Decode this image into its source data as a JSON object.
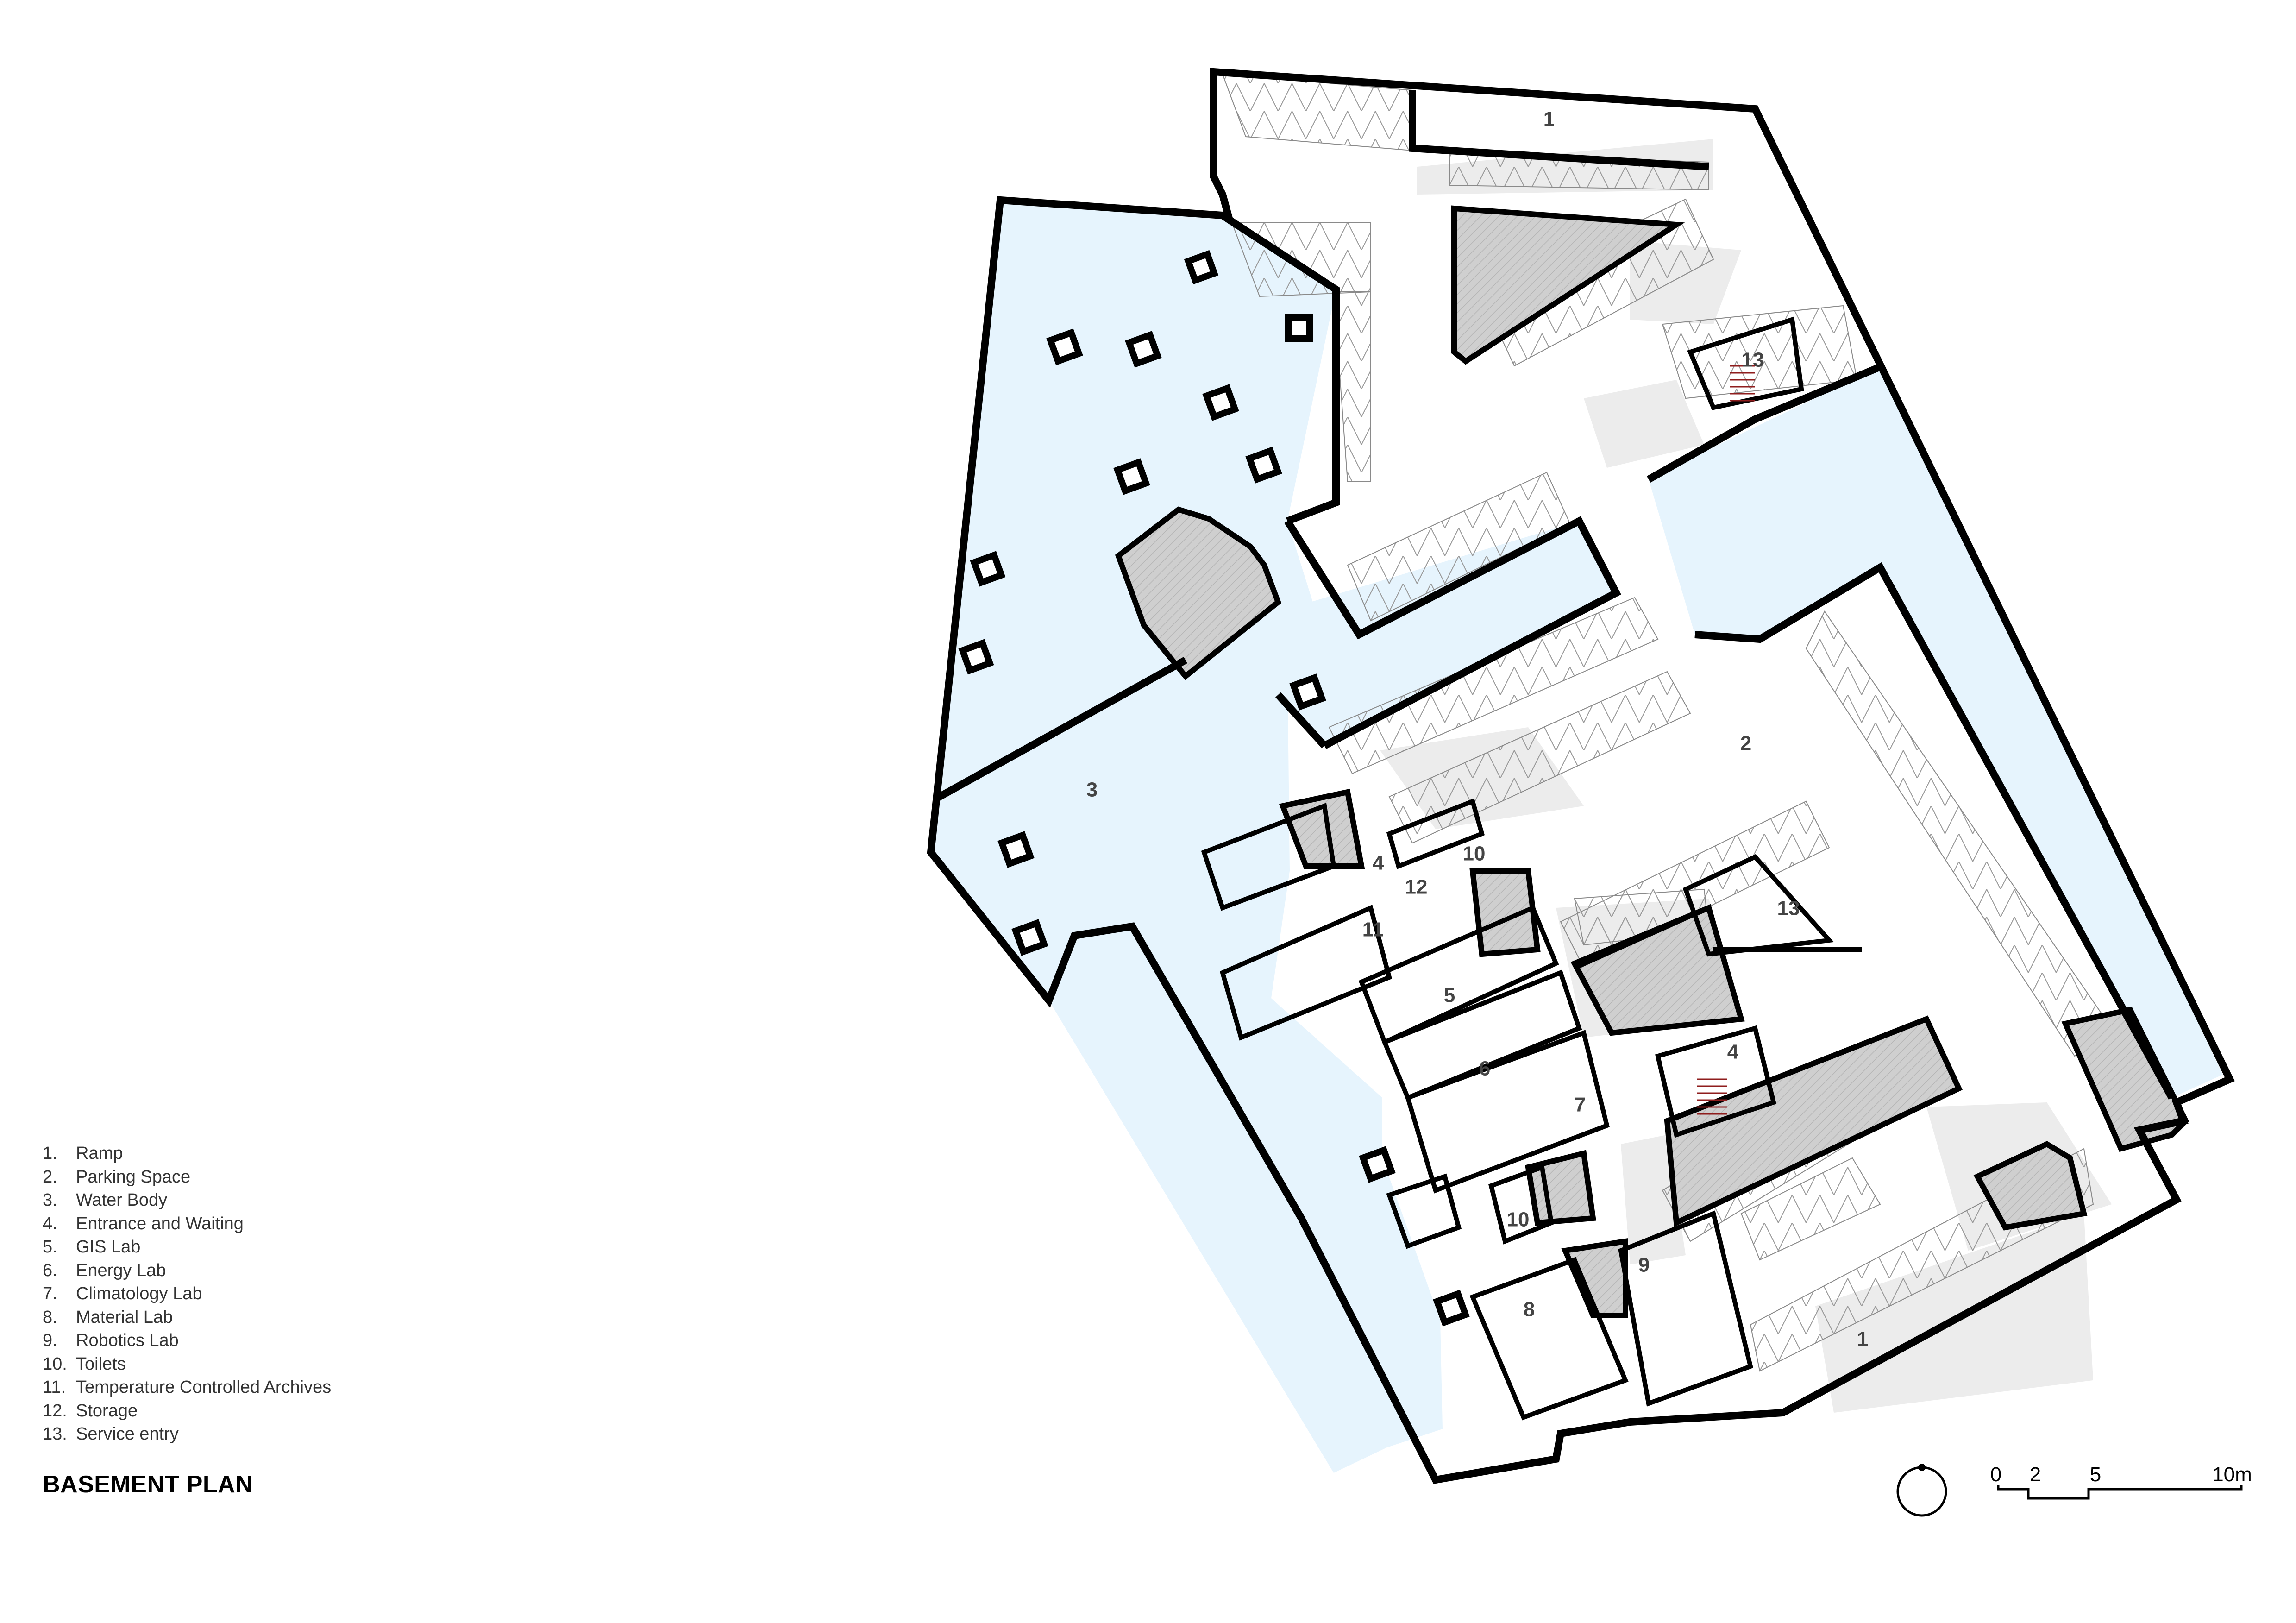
{
  "title": "BASEMENT PLAN",
  "legend": [
    {
      "num": "1.",
      "label": "Ramp"
    },
    {
      "num": "2.",
      "label": "Parking Space"
    },
    {
      "num": "3.",
      "label": "Water Body"
    },
    {
      "num": "4.",
      "label": "Entrance and Waiting"
    },
    {
      "num": "5.",
      "label": "GIS Lab"
    },
    {
      "num": "6.",
      "label": "Energy Lab"
    },
    {
      "num": "7.",
      "label": "Climatology Lab"
    },
    {
      "num": "8.",
      "label": "Material Lab"
    },
    {
      "num": "9.",
      "label": "Robotics Lab"
    },
    {
      "num": "10.",
      "label": "Toilets"
    },
    {
      "num": "11.",
      "label": "Temperature Controlled Archives"
    },
    {
      "num": "12.",
      "label": "Storage"
    },
    {
      "num": "13.",
      "label": "Service entry"
    }
  ],
  "room_labels": {
    "ramp_north": "1",
    "ramp_south": "1",
    "parking": "2",
    "water": "3",
    "entrance_upper": "4",
    "entrance_lower": "4",
    "gis": "5",
    "energy": "6",
    "climatology": "7",
    "material": "8",
    "robotics": "9",
    "toilets_upper": "10",
    "toilets_lower": "10",
    "archives": "11",
    "storage": "12",
    "service_north": "13",
    "service_east": "13"
  },
  "scale_bar": {
    "ticks": [
      "0",
      "2",
      "5",
      "10m"
    ]
  },
  "colors": {
    "water": "#e6f4fd",
    "wall": "#000000",
    "shade": "#ebebeb",
    "core": "#c8c8c8"
  }
}
